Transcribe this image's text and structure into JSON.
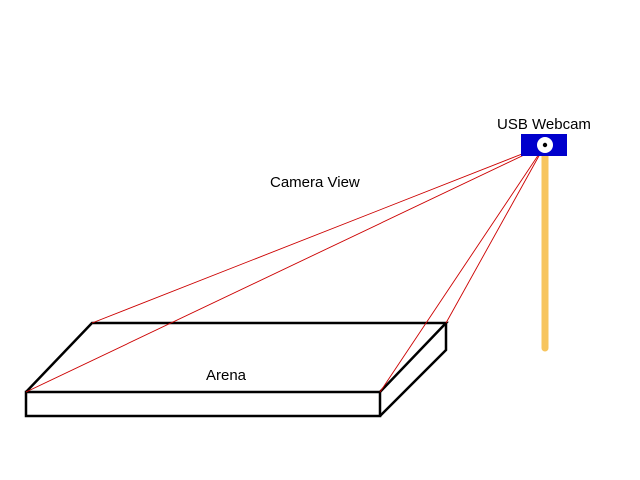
{
  "labels": {
    "camera": "USB Webcam",
    "view": "Camera View",
    "arena": "Arena"
  },
  "colors": {
    "background": "#ffffff",
    "outline": "#000000",
    "view_lines": "#cc0000",
    "webcam_body": "#0000cc",
    "webcam_lens": "#ffffff",
    "pole": "#f7c55e"
  },
  "icons": {
    "camera": "webcam-icon",
    "pole": "mount-pole"
  }
}
